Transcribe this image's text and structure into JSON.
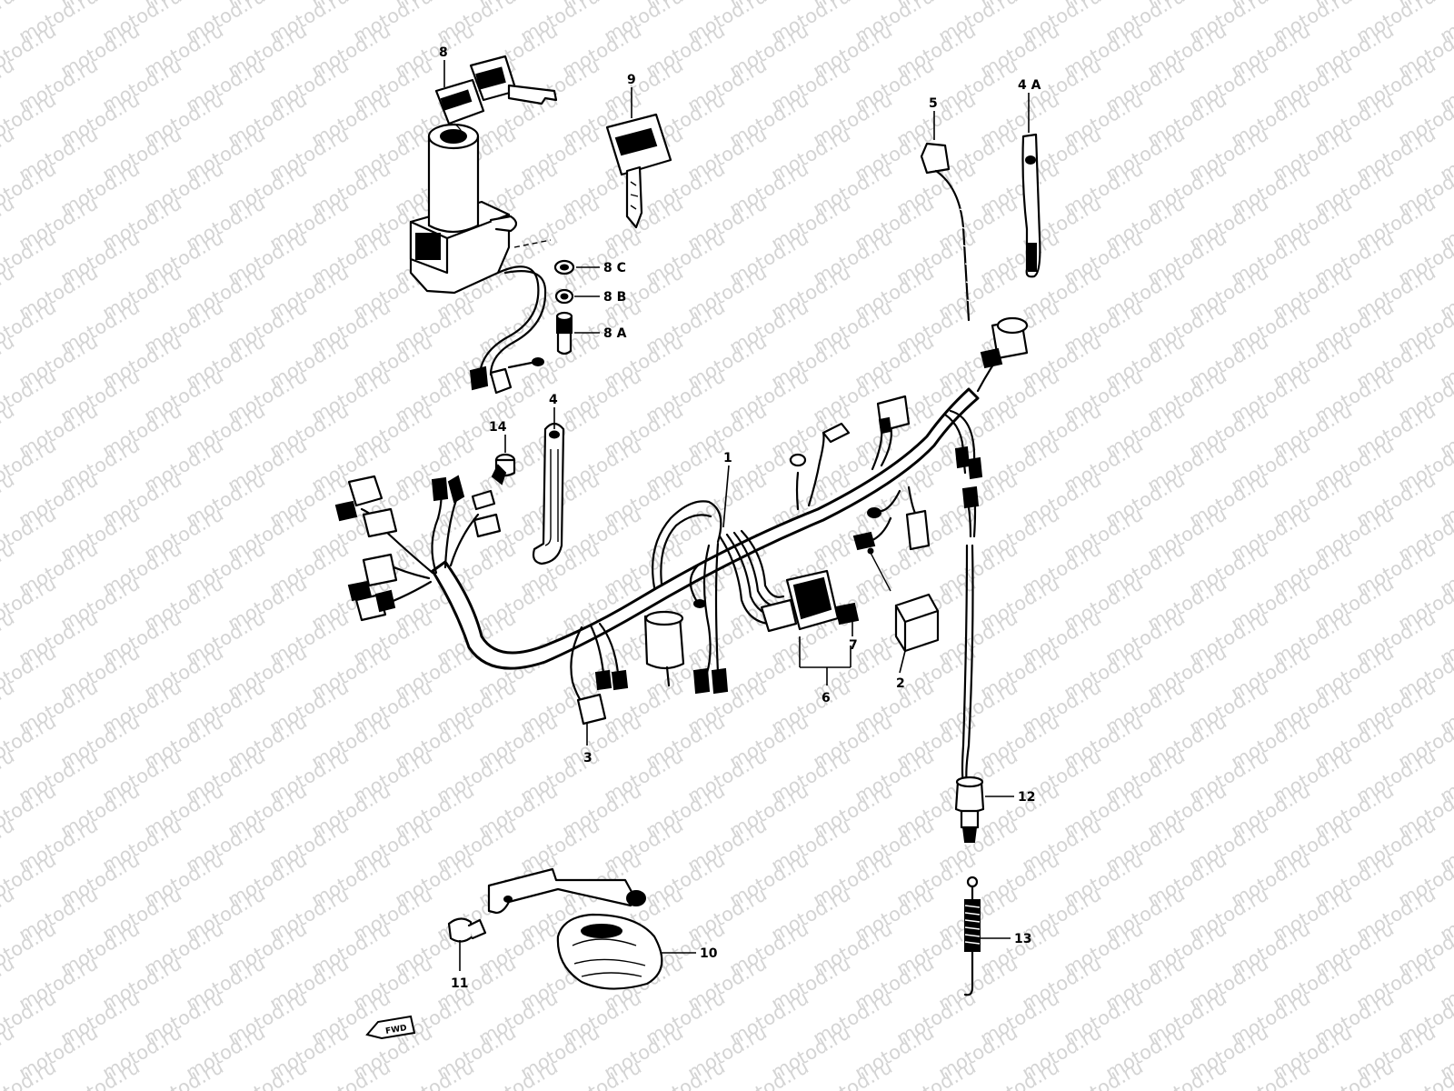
{
  "watermark": "motod.ru",
  "fwd_badge": "FWD",
  "labels": [
    {
      "id": "1",
      "text": "1"
    },
    {
      "id": "2",
      "text": "2"
    },
    {
      "id": "3",
      "text": "3"
    },
    {
      "id": "4",
      "text": "4"
    },
    {
      "id": "4a",
      "text": "4 A"
    },
    {
      "id": "5",
      "text": "5"
    },
    {
      "id": "6",
      "text": "6"
    },
    {
      "id": "7",
      "text": "7"
    },
    {
      "id": "8",
      "text": "8"
    },
    {
      "id": "8a",
      "text": "8 A"
    },
    {
      "id": "8b",
      "text": "8 B"
    },
    {
      "id": "8c",
      "text": "8 C"
    },
    {
      "id": "9",
      "text": "9"
    },
    {
      "id": "10",
      "text": "10"
    },
    {
      "id": "11",
      "text": "11"
    },
    {
      "id": "12",
      "text": "12"
    },
    {
      "id": "13",
      "text": "13"
    },
    {
      "id": "14",
      "text": "14"
    }
  ]
}
